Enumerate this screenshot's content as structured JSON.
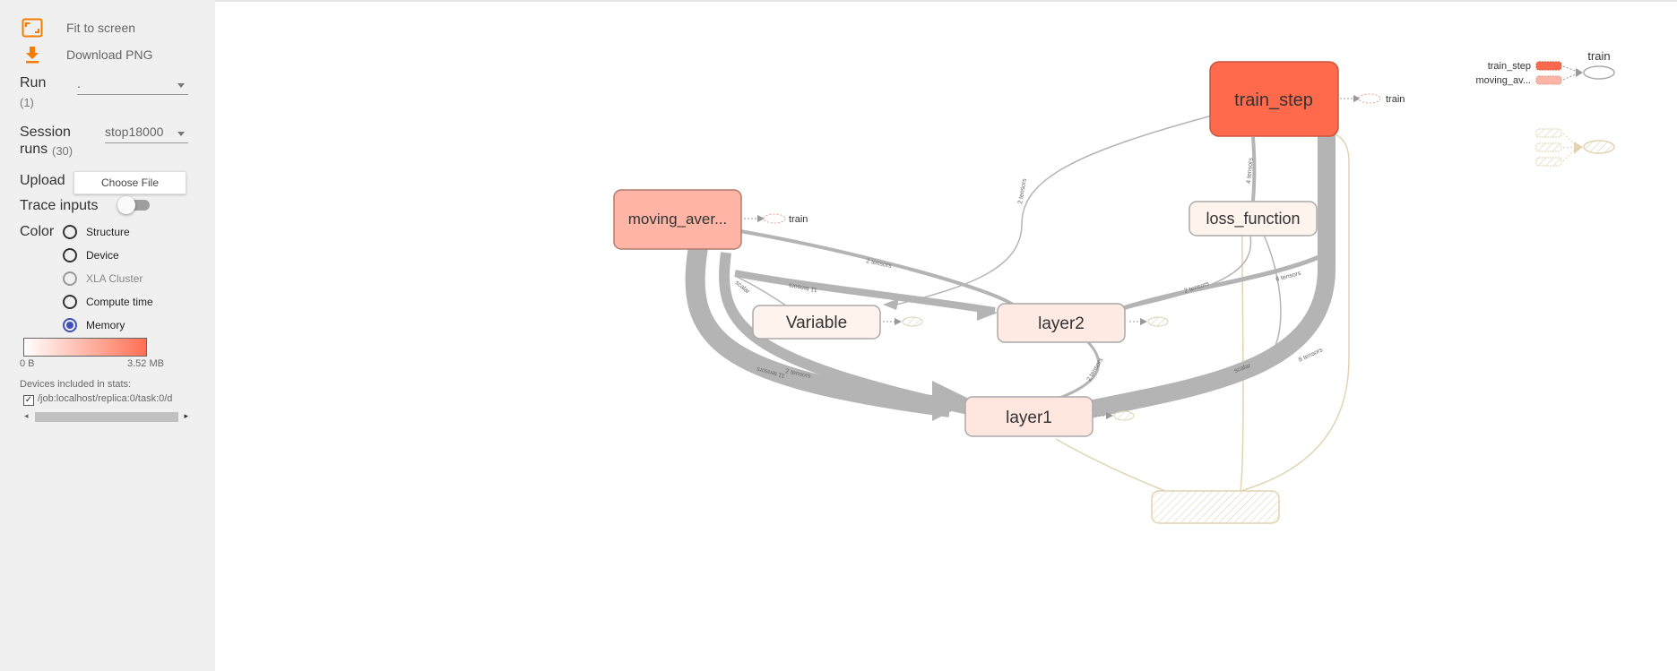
{
  "toolbar": {
    "fit_label": "Fit to screen",
    "download_label": "Download PNG"
  },
  "run": {
    "label": "Run",
    "count": "(1)",
    "value": "."
  },
  "session": {
    "label_line1": "Session",
    "label_line2": "runs",
    "count": "(30)",
    "value": "stop18000"
  },
  "upload": {
    "label": "Upload",
    "button": "Choose File"
  },
  "trace": {
    "label": "Trace inputs",
    "enabled": false
  },
  "color": {
    "label": "Color",
    "options": [
      "Structure",
      "Device",
      "XLA Cluster",
      "Compute time",
      "Memory"
    ],
    "selected": "Memory"
  },
  "memory_scale": {
    "min": "0 B",
    "max": "3.52 MB",
    "from_color": "#ffffff",
    "to_color": "#ff6f52"
  },
  "devices": {
    "title": "Devices included in stats:",
    "item": "/job:localhost/replica:0/task:0/d"
  },
  "graph": {
    "nodes": {
      "train_step": "train_step",
      "moving_average": "moving_aver...",
      "loss_function": "loss_function",
      "variable": "Variable",
      "layer2": "layer2",
      "layer1": "layer1"
    },
    "aux_labels": {
      "train_a": "train",
      "train_b": "train"
    },
    "edge_labels": {
      "e1": "2 tensors",
      "e2": "11 tensors",
      "e3": "2 tensors",
      "e4": "2 tensors",
      "e5": "4 tensors",
      "e6": "2 tensors",
      "e7": "6 tensors",
      "e8": "8 tensors",
      "e9": "11 tensors",
      "e10": "2 tensors",
      "e11": "scalar",
      "e12": "scalar",
      "e13": "scalar"
    },
    "colors": {
      "train_step": "#ff6a4d",
      "moving_average": "#ffb5a5",
      "light_node": "#fff3ee",
      "layer_node": "#ffe6df",
      "edge": "#b4b4b4",
      "group_edge": "#e2d3b2"
    }
  },
  "minimap": {
    "title": "train",
    "item1": "train_step",
    "item2": "moving_av..."
  }
}
